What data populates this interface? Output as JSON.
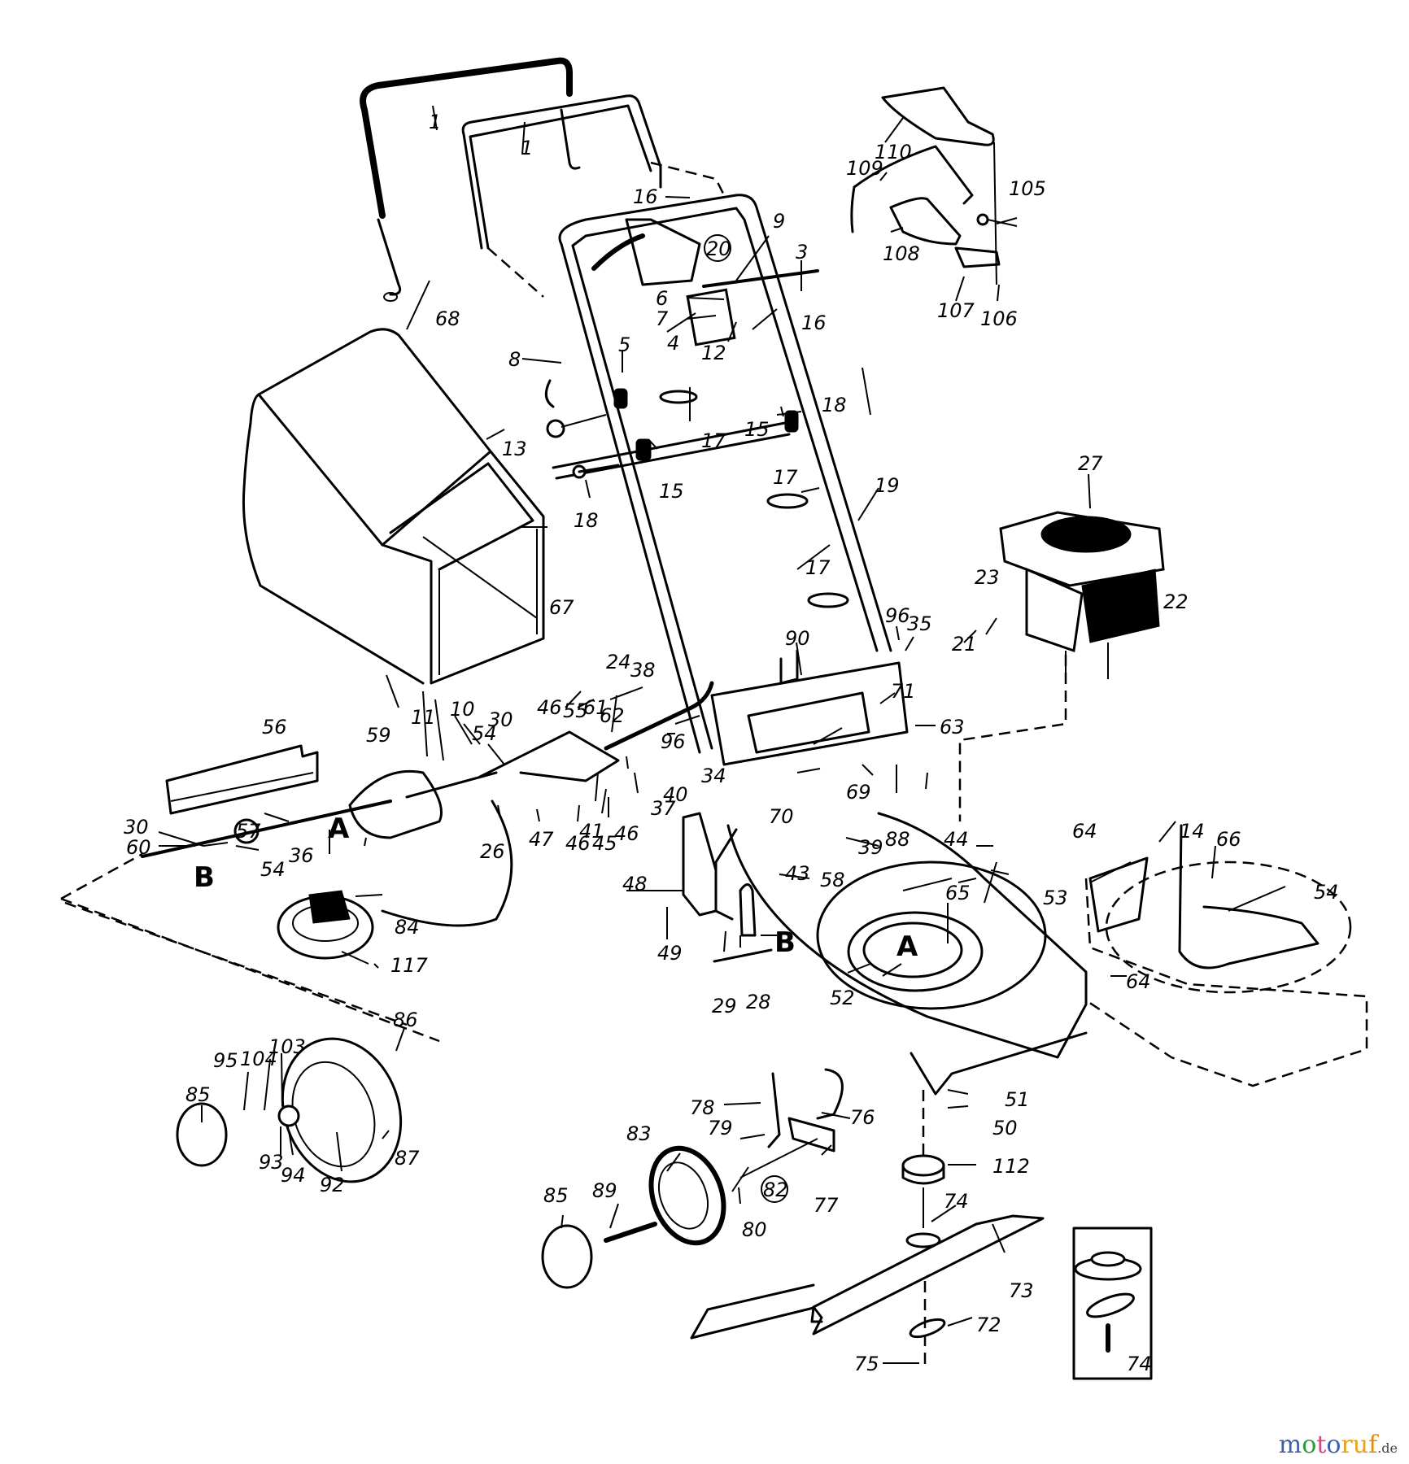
{
  "title": "Lawn mower exploded parts diagram",
  "colors": {
    "ink": "#000000",
    "paper": "#ffffff"
  },
  "watermark": {
    "letters": [
      "m",
      "o",
      "t",
      "o",
      "r",
      "u",
      "f"
    ],
    "suffix": ".de"
  },
  "labels": {
    "handle_upper_a": "1",
    "handle_upper_b": "1",
    "handle_link_16_top": "16",
    "bolt_3": "3",
    "bracket_9": "9",
    "circ_20": "20",
    "part_6": "6",
    "part_7": "7",
    "part_4": "4",
    "part_12": "12",
    "handle_16": "16",
    "part_5": "5",
    "handle_8": "8",
    "knob_13": "13",
    "grip_17a": "17",
    "grip_17b": "17",
    "grip_17c": "17",
    "knob_15a": "15",
    "knob_15b": "15",
    "bolt_18a": "18",
    "bolt_18b": "18",
    "lower_handle_19": "19",
    "shield_110": "110",
    "part_109": "109",
    "part_108": "108",
    "part_107": "107",
    "part_106": "106",
    "part_105": "105",
    "grass_bag_68": "68",
    "bag_frame_67": "67",
    "engine_27": "27",
    "part_23": "23",
    "part_22": "22",
    "part_21": "21",
    "part_96_top": "96",
    "part_35": "35",
    "plate_90": "90",
    "part_71": "71",
    "part_63": "63",
    "part_69": "69",
    "part_70": "70",
    "part_39": "39",
    "part_88": "88",
    "part_44": "44",
    "part_24": "24",
    "cable_38": "38",
    "part_46a": "46",
    "part_55": "55",
    "part_61": "61",
    "part_62": "62",
    "part_96_mid": "96",
    "part_34": "34",
    "part_40": "40",
    "part_37": "37",
    "part_46b": "46",
    "part_46c": "46",
    "part_45": "45",
    "part_41": "41",
    "part_47": "47",
    "part_26": "26",
    "part_30a": "30",
    "part_54a": "54",
    "part_10": "10",
    "part_11": "11",
    "part_59": "59",
    "flap_56": "56",
    "circ_57": "57",
    "part_30b": "30",
    "part_60": "60",
    "part_54b": "54",
    "part_36": "36",
    "gear_84": "84",
    "part_117": "117",
    "bracket_48": "48",
    "part_49": "49",
    "part_43": "43",
    "part_58": "58",
    "part_65": "65",
    "deck_53": "53",
    "part_52": "52",
    "part_29": "29",
    "part_28": "28",
    "part_14": "14",
    "part_66": "66",
    "part_64a": "64",
    "part_64b": "64",
    "part_54c": "54",
    "cap_85a": "85",
    "part_95": "95",
    "part_104": "104",
    "part_103": "103",
    "part_86": "86",
    "wheel_87": "87",
    "part_93": "93",
    "part_94": "94",
    "part_92": "92",
    "part_78": "78",
    "part_79": "79",
    "part_76": "76",
    "part_77": "77",
    "circ_82": "82",
    "wheel_83": "83",
    "axle_89": "89",
    "part_80": "80",
    "cap_85b": "85",
    "part_51": "51",
    "part_50": "50",
    "pulley_112": "112",
    "adapter_74a": "74",
    "blade_73": "73",
    "stiffener_72": "72",
    "bolt_75": "75",
    "inset_74": "74",
    "ref_A1": "A",
    "ref_A2": "A",
    "ref_B1": "B",
    "ref_B2": "B"
  }
}
